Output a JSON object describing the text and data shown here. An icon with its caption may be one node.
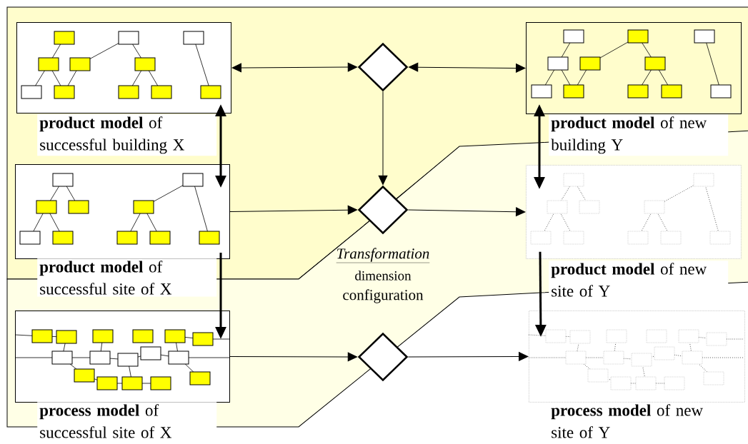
{
  "diagram": {
    "nodes": [
      {
        "text": [
          "**product model** of successful building X"
        ]
      },
      {
        "text": [
          "**product model** of successful site of X"
        ]
      },
      {
        "text": [
          "**process model** of successful site of X"
        ]
      },
      {
        "text": [],
        "shape": "diamond"
      },
      {
        "text": [],
        "shape": "diamond"
      },
      {
        "text": [],
        "shape": "diamond"
      },
      {
        "text": [
          "**product model** of new building Y"
        ]
      },
      {
        "text": [
          "**product model** of new site of Y"
        ]
      },
      {
        "text": [
          "**process model** of new site of Y"
        ]
      }
    ],
    "edges": [
      {
        "from": 0,
        "to": 3,
        "arrow": "both"
      },
      {
        "from": 3,
        "to": 6,
        "arrow": "both"
      },
      {
        "from": 3,
        "to": 4,
        "arrow": "to"
      },
      {
        "from": 1,
        "to": 4,
        "arrow": "to"
      },
      {
        "from": 4,
        "to": 7,
        "arrow": "to"
      },
      {
        "from": 2,
        "to": 5,
        "arrow": "to"
      },
      {
        "from": 5,
        "to": 8,
        "arrow": "to"
      },
      {
        "from": 0,
        "to": 1,
        "arrow": "both",
        "style": "thick"
      },
      {
        "from": 1,
        "to": 2,
        "arrow": "to",
        "style": "thick"
      },
      {
        "from": 6,
        "to": 7,
        "arrow": "both",
        "style": "thick"
      },
      {
        "from": 7,
        "to": 8,
        "arrow": "to",
        "style": "thick"
      }
    ],
    "labels": [
      "Transformation",
      "dimension",
      "configuration"
    ]
  }
}
